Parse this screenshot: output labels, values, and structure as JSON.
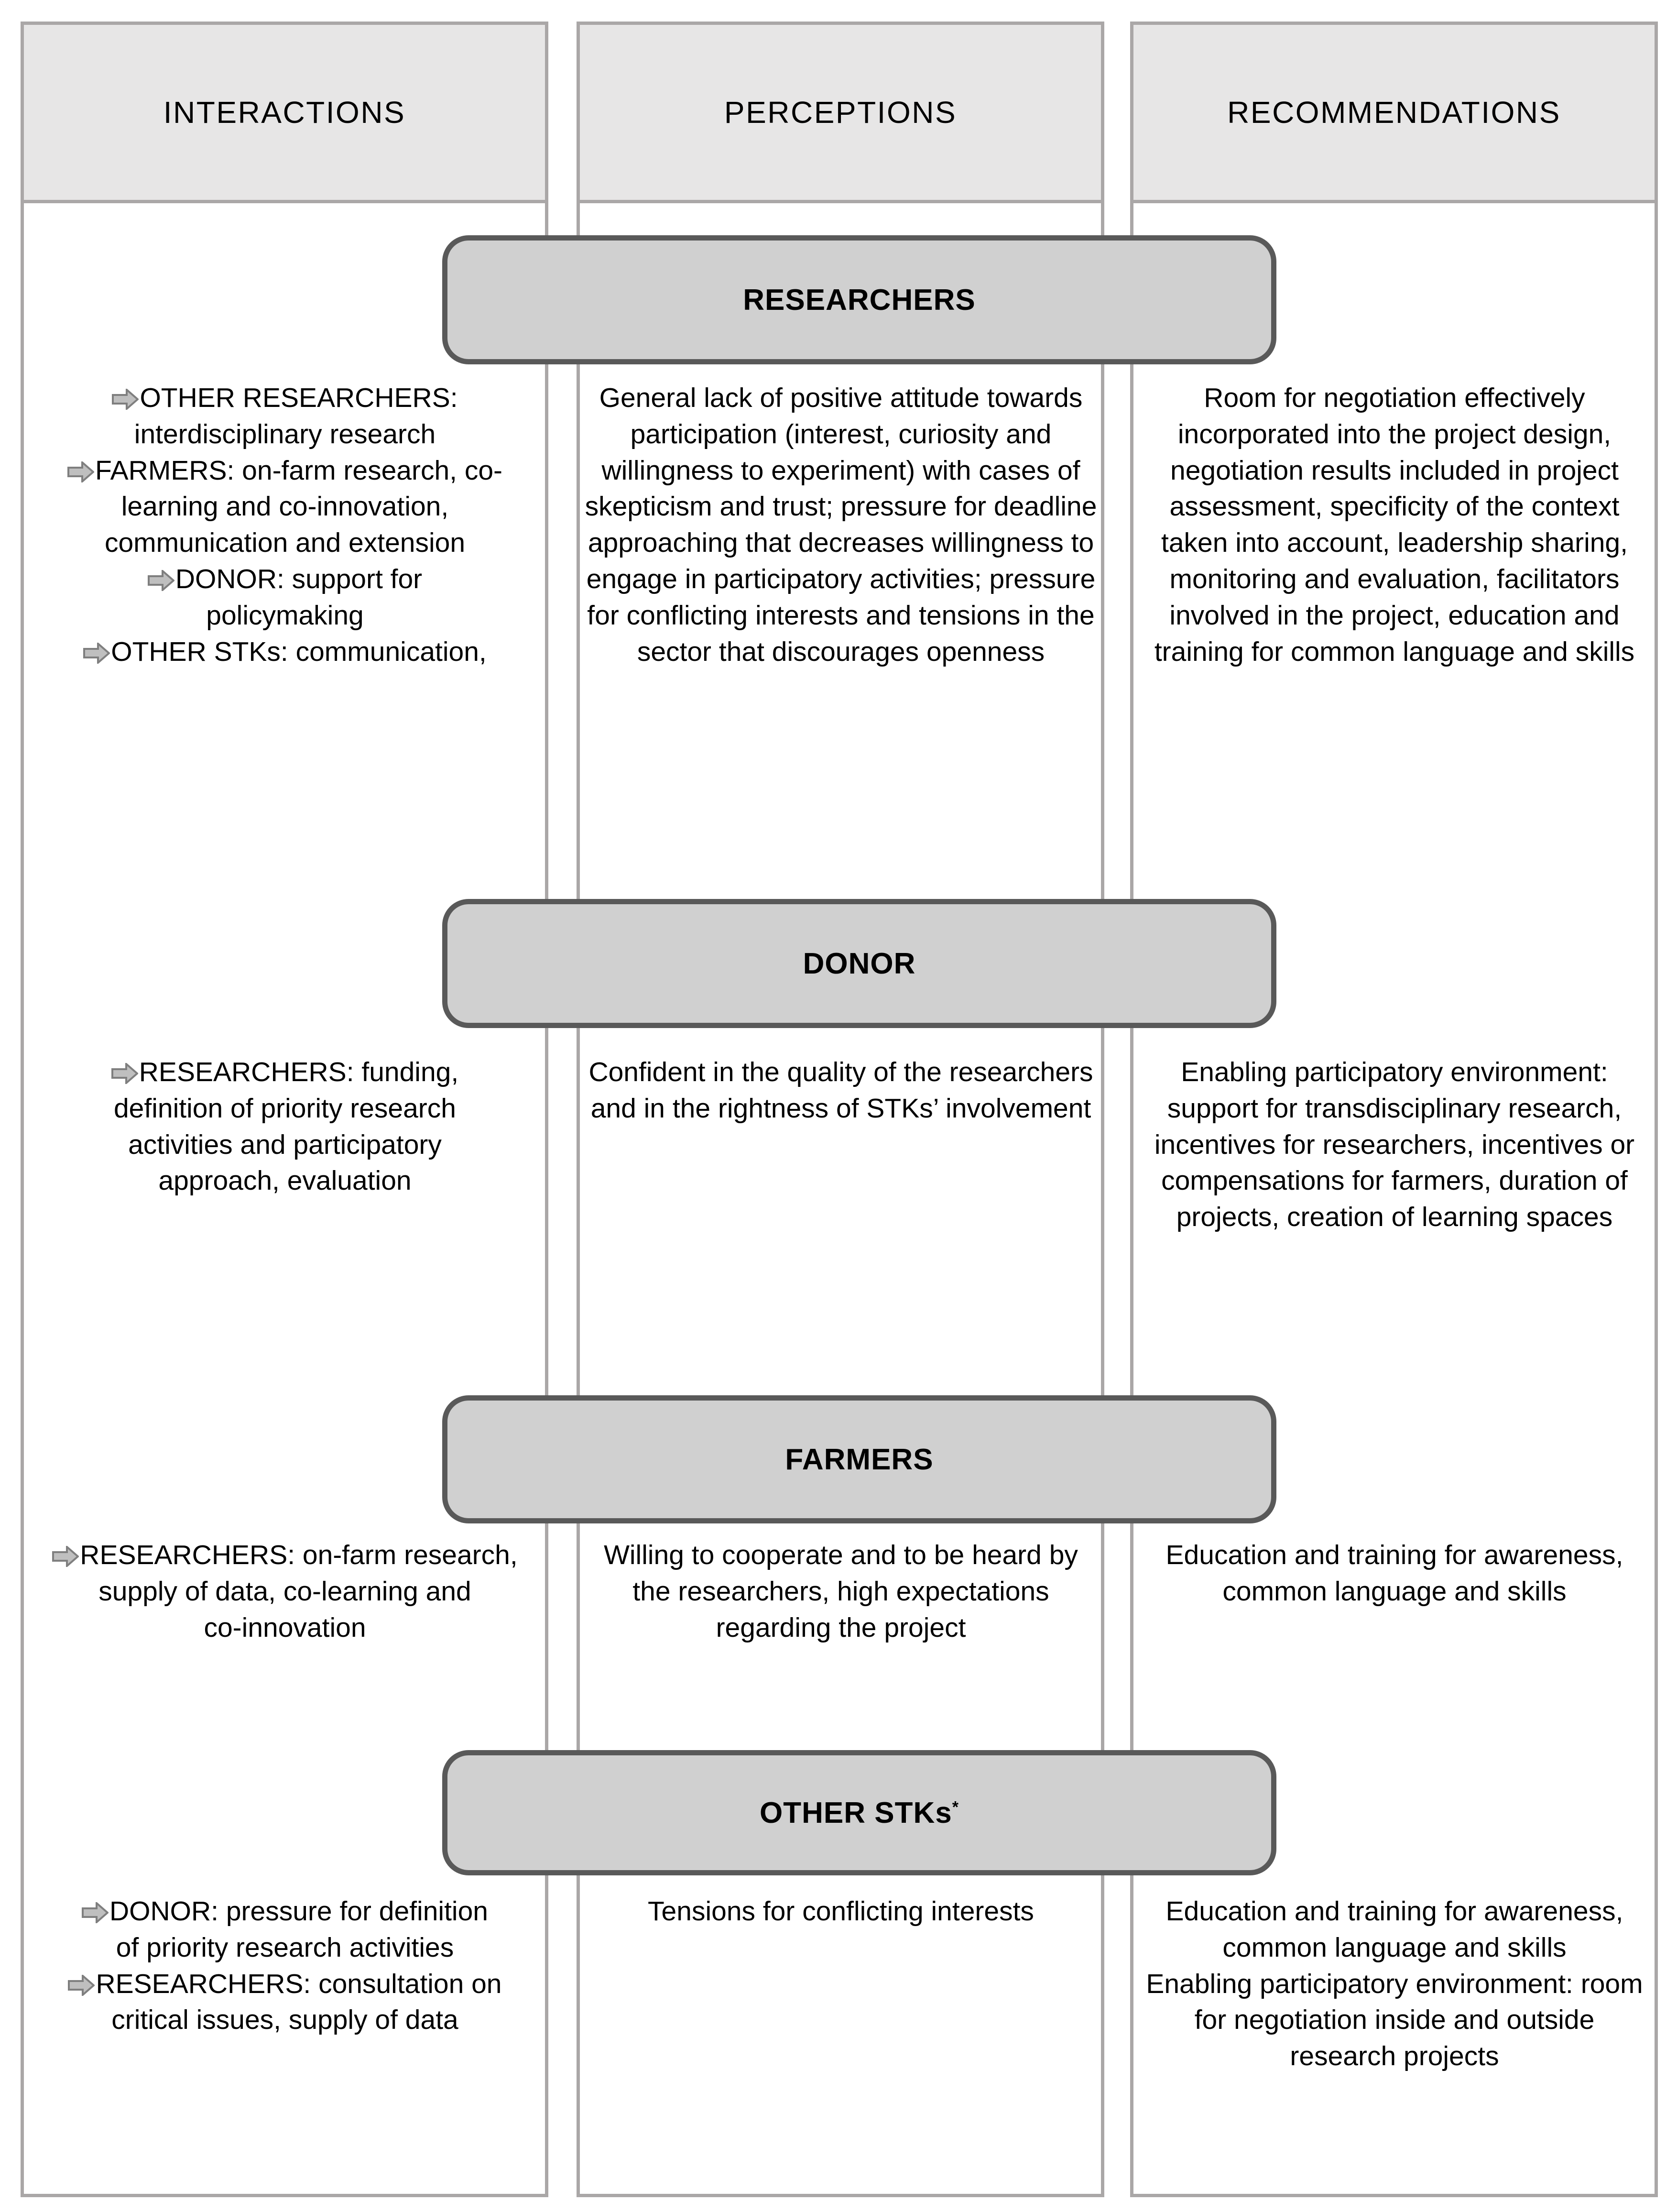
{
  "columns": [
    {
      "id": "interactions",
      "label": "INTERACTIONS"
    },
    {
      "id": "perceptions",
      "label": "PERCEPTIONS"
    },
    {
      "id": "recommendations",
      "label": "RECOMMENDATIONS"
    }
  ],
  "colors": {
    "header_fill": "#e7e6e6",
    "frame_border": "#aaa7a7",
    "banner_fill": "#d0d0d0",
    "banner_border": "#595959",
    "arrow_fill": "#bfbfbf",
    "arrow_stroke": "#7f7f7f",
    "text": "#000000"
  },
  "rows": [
    {
      "id": "researchers",
      "banner_label": "RESEARCHERS",
      "banner_superscript": "",
      "interactions": [
        {
          "arrow": true,
          "text": "OTHER RESEARCHERS:"
        },
        {
          "arrow": false,
          "text": "interdisciplinary research"
        },
        {
          "arrow": true,
          "text": "FARMERS: on-farm research, co-"
        },
        {
          "arrow": false,
          "text": "learning and co-innovation,"
        },
        {
          "arrow": false,
          "text": "communication and extension"
        },
        {
          "arrow": true,
          "text": "DONOR: support for"
        },
        {
          "arrow": false,
          "text": "policymaking"
        },
        {
          "arrow": true,
          "text": "OTHER STKs: communication,"
        }
      ],
      "perceptions": "General lack of positive attitude towards participation (interest, curiosity and willingness to experiment) with cases of skepticism and trust; pressure for deadline approaching that decreases willingness to engage in participatory activities; pressure for conflicting interests and tensions in the sector that discourages openness",
      "recommendations": "Room for negotiation effectively incorporated into the project design, negotiation results included in project assessment, specificity of the context taken into account, leadership sharing, monitoring and evaluation, facilitators involved in the project, education and training for common language and skills"
    },
    {
      "id": "donor",
      "banner_label": "DONOR",
      "banner_superscript": "",
      "interactions": [
        {
          "arrow": true,
          "text": "RESEARCHERS: funding,"
        },
        {
          "arrow": false,
          "text": "definition of priority research"
        },
        {
          "arrow": false,
          "text": "activities and participatory"
        },
        {
          "arrow": false,
          "text": "approach, evaluation"
        }
      ],
      "perceptions": "Confident in the quality of the researchers and in the rightness of STKs’ involvement",
      "recommendations": "Enabling participatory environment: support for transdisciplinary research, incentives for researchers, incentives or compensations for farmers, duration of projects, creation of learning spaces"
    },
    {
      "id": "farmers",
      "banner_label": "FARMERS",
      "banner_superscript": "",
      "interactions": [
        {
          "arrow": true,
          "text": "RESEARCHERS: on-farm research,"
        },
        {
          "arrow": false,
          "text": "supply of data, co-learning and"
        },
        {
          "arrow": false,
          "text": "co-innovation"
        }
      ],
      "perceptions": "Willing to cooperate and to be heard by the researchers, high expectations regarding the project",
      "recommendations": "Education and training for awareness, common language and skills"
    },
    {
      "id": "otherstks",
      "banner_label": "OTHER STKs",
      "banner_superscript": "*",
      "interactions": [
        {
          "arrow": true,
          "text": "DONOR: pressure for definition"
        },
        {
          "arrow": false,
          "text": "of priority research activities"
        },
        {
          "arrow": true,
          "text": "RESEARCHERS: consultation on"
        },
        {
          "arrow": false,
          "text": "critical issues, supply of data"
        }
      ],
      "perceptions": "Tensions for conflicting interests",
      "recommendations": "Education and training for awareness, common language and skills\nEnabling participatory environment: room for negotiation inside and outside research projects"
    }
  ]
}
